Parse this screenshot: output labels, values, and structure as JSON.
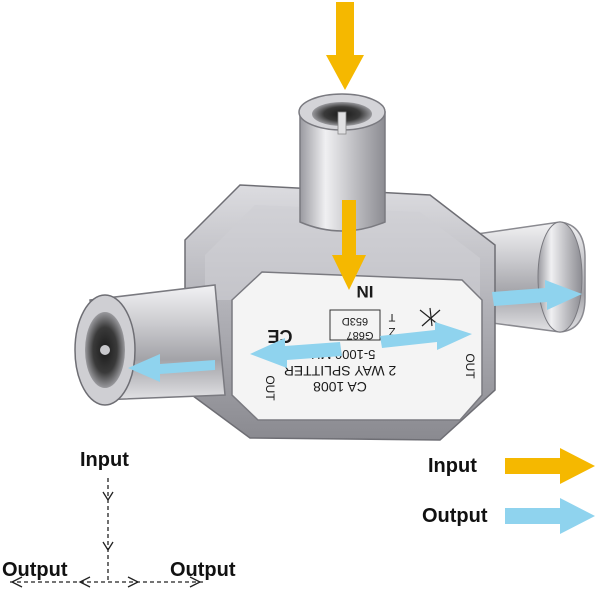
{
  "product": {
    "label_in": "IN",
    "label_out_left": "OUT",
    "label_out_right": "OUT",
    "model": "CA 1008",
    "description": "2 WAY SPLITTER",
    "frequency": "5-1000 MHz",
    "code": "G687",
    "code2": "653D",
    "mark_z": "Z",
    "mark_t": "T",
    "ce_mark": "CE"
  },
  "diagram": {
    "input_label": "Input",
    "output_left_label": "Output",
    "output_right_label": "Output"
  },
  "legend": {
    "items": [
      {
        "label": "Input",
        "color": "#f5b800"
      },
      {
        "label": "Output",
        "color": "#8fd3ee"
      }
    ]
  },
  "colors": {
    "input_arrow": "#f5b800",
    "output_arrow": "#8fd3ee",
    "metal_light": "#e8e8ea",
    "metal_dark": "#8a8a8e",
    "label_plate": "#f4f4f4"
  }
}
